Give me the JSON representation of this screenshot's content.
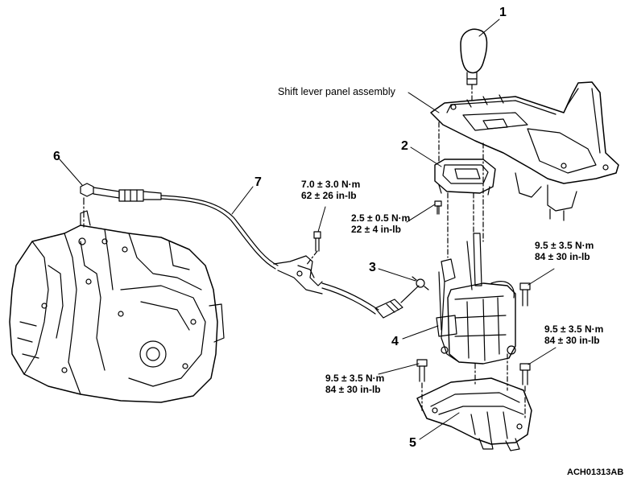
{
  "callouts": {
    "c1": "1",
    "c2": "2",
    "c3": "3",
    "c4": "4",
    "c5": "5",
    "c6": "6",
    "c7": "7"
  },
  "assembly_label": "Shift lever panel assembly",
  "torques": {
    "t_cable_bolt": {
      "nm": "7.0 ± 3.0 N·m",
      "inlb": "62 ± 26 in-lb"
    },
    "t_panel_bolt": {
      "nm": "2.5 ± 0.5 N·m",
      "inlb": "22 ± 4 in-lb"
    },
    "t_right_upper": {
      "nm": "9.5 ± 3.5 N·m",
      "inlb": "84 ± 30 in-lb"
    },
    "t_right_lower": {
      "nm": "9.5 ± 3.5 N·m",
      "inlb": "84 ± 30 in-lb"
    },
    "t_left_lower": {
      "nm": "9.5 ± 3.5 N·m",
      "inlb": "84 ± 30 in-lb"
    }
  },
  "figure_code": "ACH01313AB"
}
